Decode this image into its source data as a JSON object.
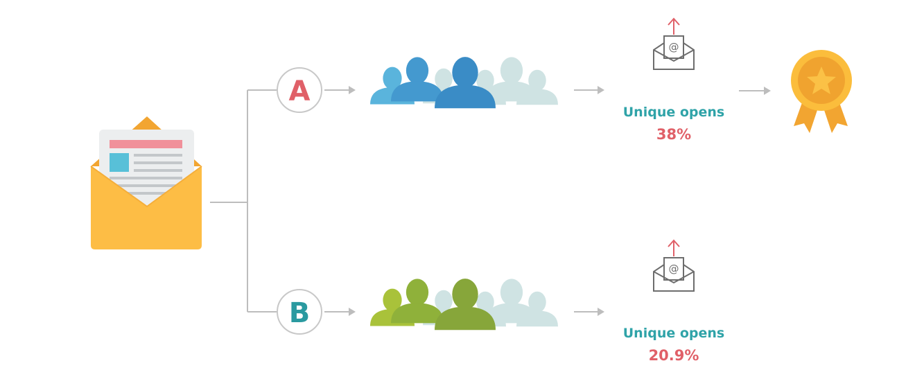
{
  "variants": [
    {
      "letter": "A",
      "metric_label": "Unique opens",
      "metric_value": "38%",
      "winner": true
    },
    {
      "letter": "B",
      "metric_label": "Unique opens",
      "metric_value": "20.9%",
      "winner": false
    }
  ],
  "colors": {
    "line": "#bdbdbd",
    "letter_a": "#e06068",
    "letter_b": "#2a9aa0",
    "metric_label": "#2fa3a8",
    "metric_value": "#e06068",
    "group_a": [
      "#5ab4dc",
      "#4499cf",
      "#3a8cc6"
    ],
    "group_b": [
      "#a9c23a",
      "#8fb13a",
      "#87a63a"
    ],
    "crowd_back": "#cfe3e3"
  }
}
